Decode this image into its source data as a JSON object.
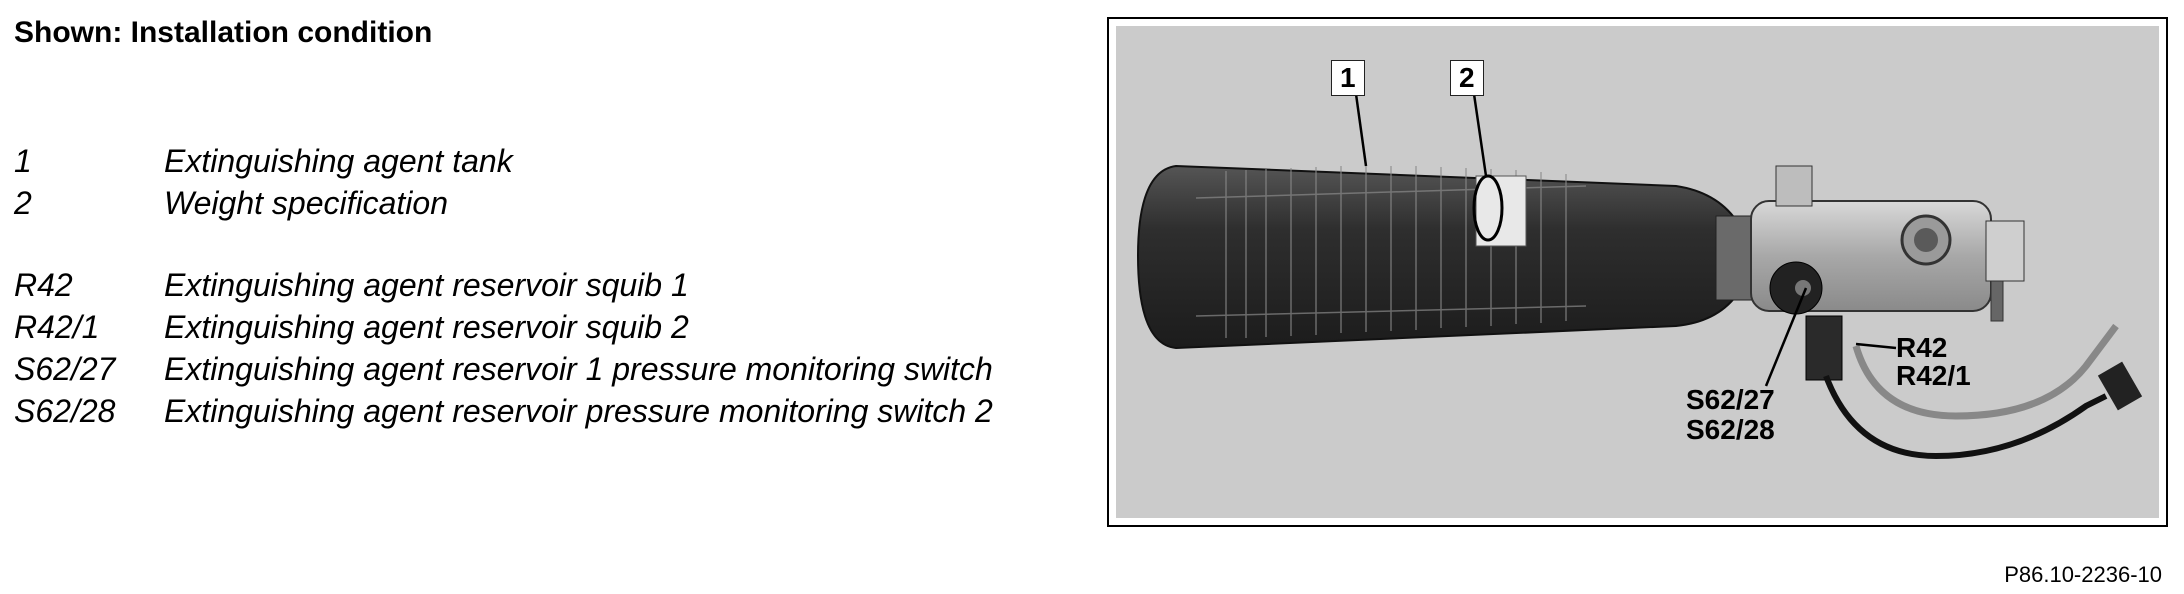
{
  "title": "Shown: Installation condition",
  "legend_groups": [
    {
      "items": [
        {
          "code": "1",
          "desc": "Extinguishing agent tank"
        },
        {
          "code": "2",
          "desc": "Weight specification"
        }
      ]
    },
    {
      "items": [
        {
          "code": "R42",
          "desc": "Extinguishing agent reservoir squib 1"
        },
        {
          "code": "R42/1",
          "desc": "Extinguishing agent reservoir squib 2"
        },
        {
          "code": "S62/27",
          "desc": "Extinguishing agent reservoir 1 pressure monitoring switch"
        },
        {
          "code": "S62/28",
          "desc": "Extinguishing agent reservoir pressure monitoring switch 2"
        }
      ]
    }
  ],
  "figure": {
    "callouts": {
      "tank": "1",
      "weight": "2",
      "r42": "R42",
      "r42_1": "R42/1",
      "s62_27": "S62/27",
      "s62_28": "S62/28"
    },
    "colors": {
      "background": "#cbcbcb",
      "tank": "#3a3a3a",
      "valve": "#b8b8b8"
    }
  },
  "reference_code": "P86.10-2236-10"
}
